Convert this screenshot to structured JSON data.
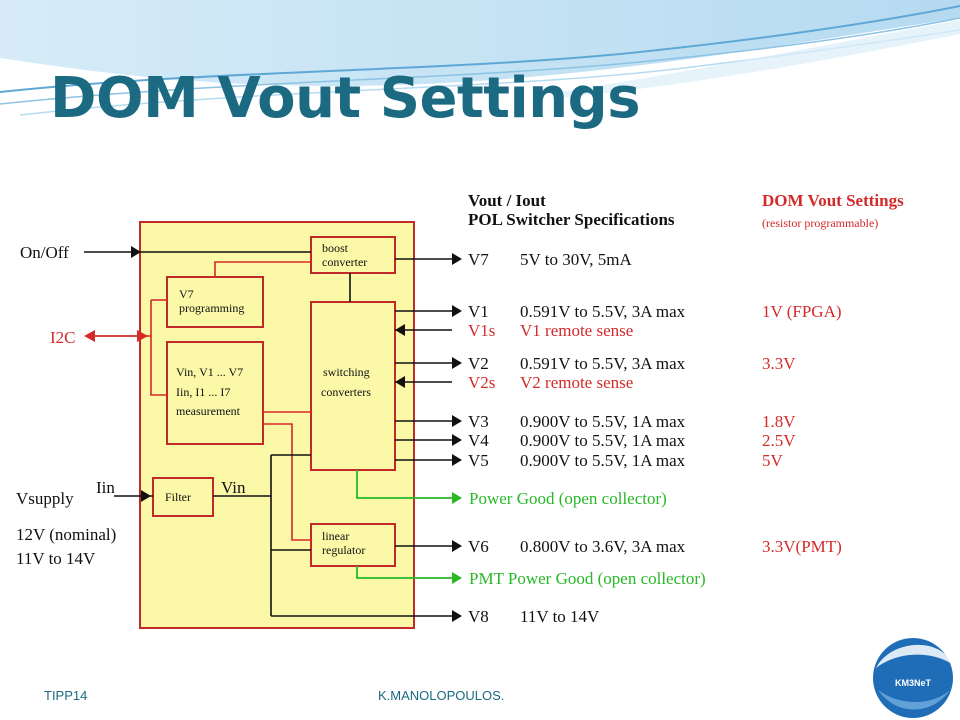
{
  "slide": {
    "title": "DOM Vout Settings",
    "footer_left": "TIPP14",
    "footer_center": "K.MANOLOPOULOS.",
    "logo_text": "KM3NeT"
  },
  "diagram": {
    "header": {
      "col1_line1": "Vout / Iout",
      "col1_line2": "POL Switcher Specifications",
      "col2_line1": "DOM Vout Settings",
      "col2_line2": "(resistor programmable)"
    },
    "inputs": {
      "on_off": "On/Off",
      "i2c": "I2C",
      "iin": "Iin",
      "vsupply": "Vsupply",
      "vsupply_nominal": "12V (nominal)",
      "vsupply_range": "11V to 14V",
      "vin": "Vin"
    },
    "blocks": {
      "boost_1": "boost",
      "boost_2": "converter",
      "v7prog_1": "V7",
      "v7prog_2": "programming",
      "meas_1": "Vin, V1 ... V7",
      "meas_2": "Iin,  I1 ...  I7",
      "meas_3": "measurement",
      "switching_1": "switching",
      "switching_2": "converters",
      "filter": "Filter",
      "linear_1": "linear",
      "linear_2": "regulator"
    },
    "outputs": [
      {
        "label": "V7",
        "spec": "5V to 30V,  5mA",
        "setting": ""
      },
      {
        "label": "V1",
        "spec": "0.591V to 5.5V,  3A max",
        "setting": "1V (FPGA)"
      },
      {
        "label": "V1s",
        "spec": "V1 remote sense",
        "setting": ""
      },
      {
        "label": "V2",
        "spec": "0.591V to 5.5V,  3A max",
        "setting": "3.3V"
      },
      {
        "label": "V2s",
        "spec": "V2 remote sense",
        "setting": ""
      },
      {
        "label": "V3",
        "spec": "0.900V to 5.5V,  1A max",
        "setting": "1.8V"
      },
      {
        "label": "V4",
        "spec": "0.900V to 5.5V,  1A max",
        "setting": "2.5V"
      },
      {
        "label": "V5",
        "spec": "0.900V to 5.5V,  1A max",
        "setting": "5V"
      },
      {
        "label": "V6",
        "spec": "0.800V to 3.6V,  3A max",
        "setting": "3.3V(PMT)"
      },
      {
        "label": "V8",
        "spec": "11V to 14V",
        "setting": ""
      }
    ],
    "power_good": "Power Good (open collector)",
    "pmt_power_good": "PMT Power Good (open collector)"
  }
}
